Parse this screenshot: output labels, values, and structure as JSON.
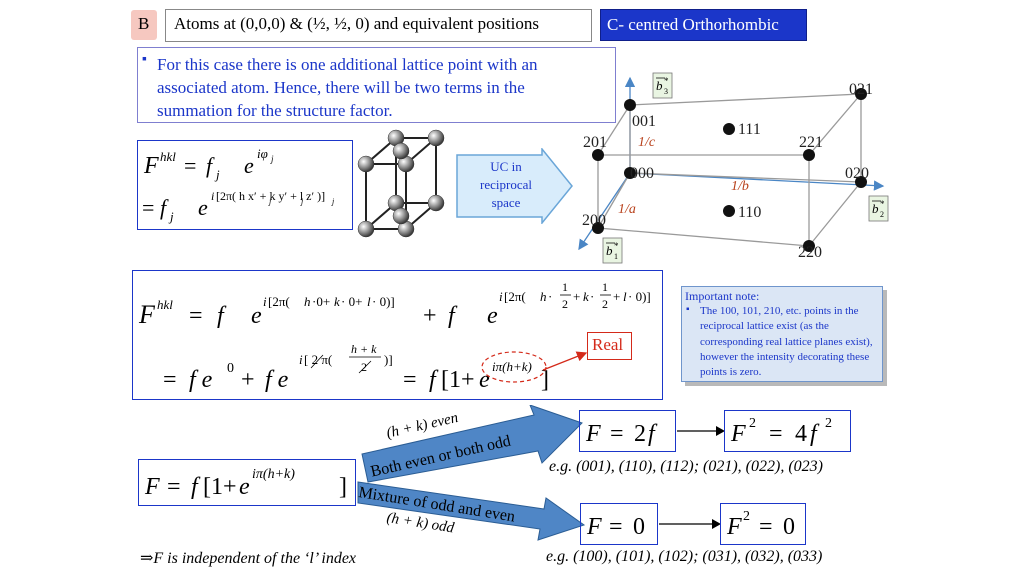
{
  "header": {
    "badge": "B",
    "title": "Atoms at (0,0,0) & (½, ½, 0) and equivalent positions",
    "lattice_type": "C- centred Orthorhombic"
  },
  "intro": {
    "bullet": "▪",
    "text": "For this case there is one additional lattice point with an associated atom. Hence, there will be two terms in the summation for the structure factor."
  },
  "arrow_label": "UC in reciprocal space",
  "reciprocal_lattice": {
    "labels": {
      "p021": "021",
      "p001": "001",
      "p111": "111",
      "p201": "201",
      "p221": "221",
      "p000": "000",
      "p020": "020",
      "p200": "200",
      "p110": "110",
      "p220": "220",
      "c": "1/c",
      "b": "1/b",
      "a": "1/a"
    },
    "vectors": {
      "b1": "b",
      "b2": "b",
      "b3": "b",
      "b1_sub": "1",
      "b2_sub": "2",
      "b3_sub": "3",
      "star": "*"
    }
  },
  "note": {
    "title": "Important note:",
    "bullet": "▪",
    "text": "The 100, 101, 210, etc. points in the reciprocal lattice exist (as the corresponding real lattice planes exist), however the intensity decorating these points is zero."
  },
  "real_label": "Real",
  "cases": {
    "even_top": "(h + k) even",
    "even_arrow": "Both even or both odd",
    "odd_arrow": "Mixture of odd and even",
    "odd_bottom": "(h + k) odd",
    "even_result": "F = 2f",
    "even_squared": "F² = 4f²",
    "odd_result": "F = 0",
    "odd_squared": "F² = 0",
    "even_examples": "e.g. (001), (110), (112); (021), (022), (023)",
    "odd_examples": "e.g. (100), (101), (102); (031), (032), (033)"
  },
  "footer": "⇒F is independent of the ‘l’ index",
  "colors": {
    "blue_box": "#1b36c9",
    "arrow_fill": "#4f86c6",
    "red": "#d42a1a",
    "brown": "#b8401a"
  }
}
